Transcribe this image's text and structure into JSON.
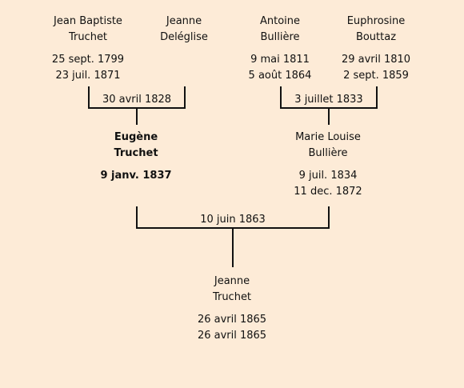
{
  "persons": {
    "p1": {
      "name": [
        "Jean Baptiste",
        "Truchet"
      ],
      "birth": "25 sept. 1799",
      "death": "23 juil. 1871"
    },
    "p2": {
      "name": [
        "Jeanne",
        "Deléglise"
      ],
      "birth": "",
      "death": ""
    },
    "p3": {
      "name": [
        "Antoine",
        "Bullière"
      ],
      "birth": "9 mai 1811",
      "death": "5 août 1864"
    },
    "p4": {
      "name": [
        "Euphrosine",
        "Bouttaz"
      ],
      "birth": "29 avril 1810",
      "death": "2 sept. 1859"
    },
    "p5": {
      "name": [
        "Eugène",
        "Truchet"
      ],
      "birth": "9 janv. 1837",
      "death": ""
    },
    "p6": {
      "name": [
        "Marie Louise",
        "Bullière"
      ],
      "birth": "9 juil. 1834",
      "death": "11 dec. 1872"
    },
    "p7": {
      "name": [
        "Jeanne",
        "Truchet"
      ],
      "birth": "26 avril 1865",
      "death": "26 avril 1865"
    }
  },
  "marriages": {
    "m1": "30 avril 1828",
    "m2": "3 juillet 1833",
    "m3": "10 juin 1863"
  }
}
